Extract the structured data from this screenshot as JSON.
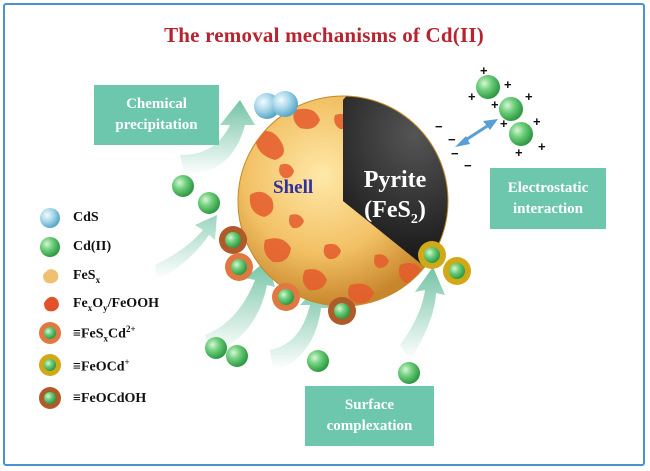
{
  "title": "The removal mechanisms of Cd(II)",
  "mechanisms": {
    "chemical_precipitation": [
      "Chemical",
      "precipitation"
    ],
    "electrostatic_interaction": [
      "Electrostatic",
      "interaction"
    ],
    "surface_complexation": [
      "Surface",
      "complexation"
    ]
  },
  "sphere": {
    "shell_label": "Shell",
    "core_label_line1": "Pyrite",
    "core_label_line2_prefix": "(FeS",
    "core_label_line2_sub": "2",
    "core_label_line2_suffix": ")"
  },
  "charges": {
    "plus": "+",
    "minus": "−"
  },
  "legend": [
    {
      "icon": "cds-particle",
      "color": "#a9d8ea",
      "label_main": "CdS",
      "label_sub": "",
      "label_rest": ""
    },
    {
      "icon": "cd-ion-particle",
      "color": "#5cc16f",
      "label_main": "Cd(II)",
      "label_sub": "",
      "label_rest": ""
    },
    {
      "icon": "fesx-particle",
      "color": "#f0c070",
      "label_main": "FeS",
      "label_sub": "x",
      "label_rest": ""
    },
    {
      "icon": "iron-oxide-particle",
      "color": "#e2522a",
      "label_main": "Fe",
      "label_sub": "x",
      "label_rest": "O/FeOOH",
      "label_sub2": "y"
    },
    {
      "icon": "fesxcd-complex-icon",
      "color": "#e07840",
      "label_main": "≡FeS",
      "label_sub": "x",
      "label_rest": "Cd",
      "label_sup": "2+"
    },
    {
      "icon": "feocd-complex-icon",
      "color": "#d1a816",
      "label_main": "≡FeOCd",
      "label_sup": "+",
      "label_sub": "",
      "label_rest": ""
    },
    {
      "icon": "feocdoh-complex-icon",
      "color": "#b05a2a",
      "label_main": "≡FeOCdOH",
      "label_sub": "",
      "label_rest": ""
    }
  ],
  "colors": {
    "frame": "#4a93cf",
    "title": "#b8232f",
    "box": "#6dc7ad",
    "arrow": "#6cc0a0",
    "cd_green": "#5cc16f",
    "core": "#222222",
    "shell_base": "#f2c064",
    "shell_patch": "#e45a2c",
    "electro_arrow": "#5a9fd4"
  }
}
